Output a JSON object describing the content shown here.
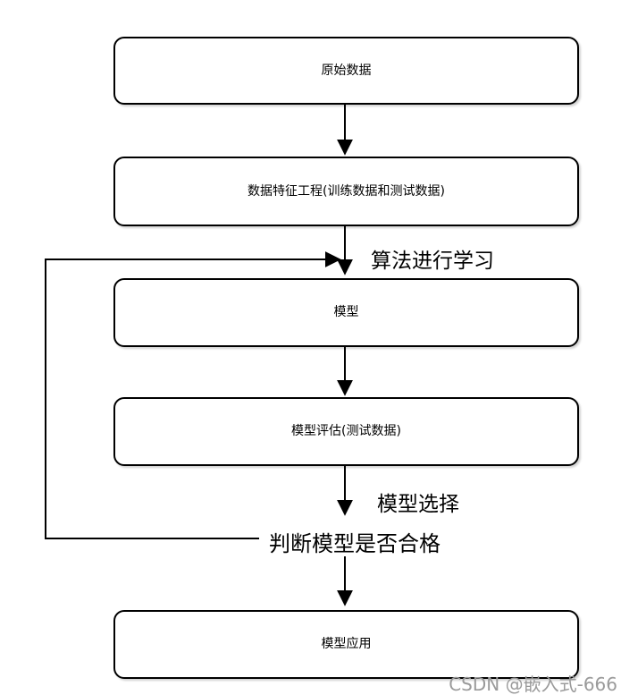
{
  "diagram": {
    "type": "flowchart",
    "background_color": "#ffffff",
    "line_color": "#000000",
    "node_fill_color": "#ffffff",
    "nodes": [
      {
        "id": "raw-data",
        "label": "原始数据"
      },
      {
        "id": "feature-engineering",
        "label": "数据特征工程(训练数据和测试数据)"
      },
      {
        "id": "model",
        "label": "模型"
      },
      {
        "id": "model-evaluation",
        "label": "模型评估(测试数据)"
      },
      {
        "id": "model-application",
        "label": "模型应用"
      }
    ],
    "edge_labels": [
      {
        "id": "algorithm-learning",
        "label": "算法进行学习"
      },
      {
        "id": "model-selection",
        "label": "模型选择"
      },
      {
        "id": "judge-qualified",
        "label": "判断模型是否合格"
      }
    ],
    "edges": [
      {
        "from": "raw-data",
        "to": "feature-engineering"
      },
      {
        "from": "feature-engineering",
        "to": "model",
        "label": "算法进行学习"
      },
      {
        "from": "model",
        "to": "model-evaluation"
      },
      {
        "from": "model-evaluation",
        "to": "judge-qualified",
        "label": "模型选择"
      },
      {
        "from": "judge-qualified",
        "to": "model-application"
      },
      {
        "from": "judge-qualified",
        "to": "model",
        "kind": "feedback-loop"
      }
    ],
    "watermark": {
      "text": "CSDN @嵌入式-666",
      "color": "#9a9a9a"
    }
  }
}
